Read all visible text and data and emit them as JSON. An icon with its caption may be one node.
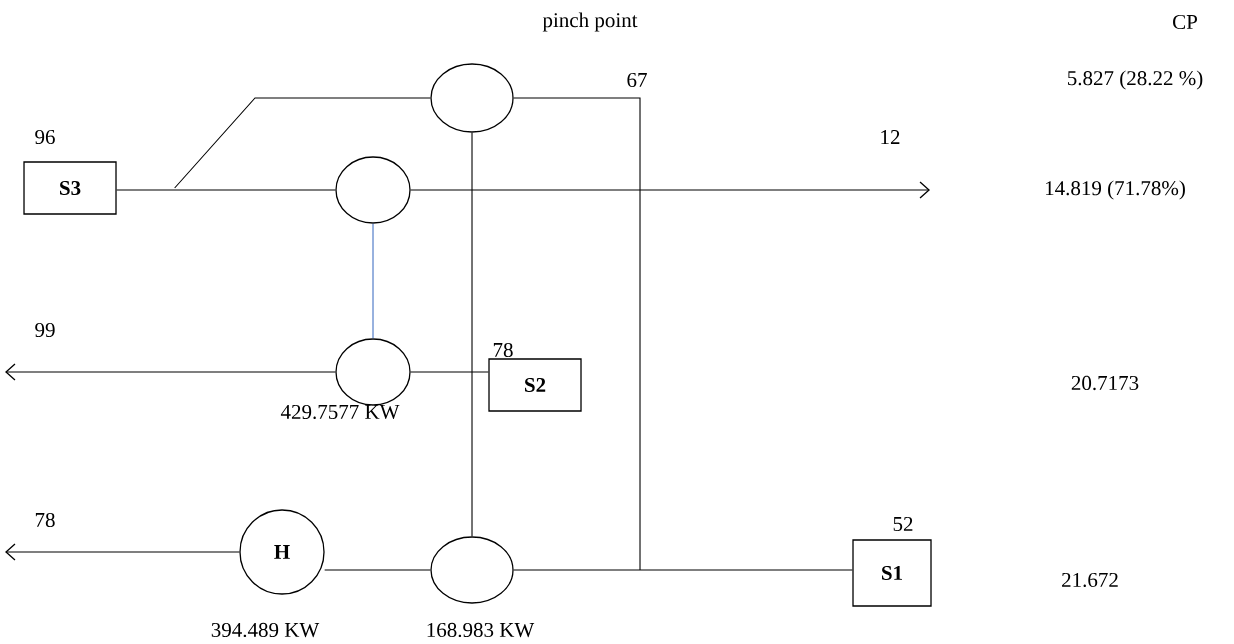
{
  "diagram": {
    "nodes": [
      {
        "text": [
          "S3"
        ],
        "beside": [
          "96"
        ]
      },
      {
        "text": [
          "S2"
        ],
        "beside": [
          "78"
        ]
      },
      {
        "text": [
          "S1"
        ],
        "beside": [
          "52"
        ]
      },
      {
        "text": [],
        "shape": "circle"
      },
      {
        "text": [],
        "shape": "circle"
      },
      {
        "text": [],
        "shape": "circle",
        "beside": [
          "429.7577 KW"
        ]
      },
      {
        "text": [
          "H"
        ],
        "beside": [
          "394.489 KW"
        ]
      },
      {
        "text": [],
        "shape": "circle",
        "beside": [
          "168.983 KW"
        ]
      }
    ],
    "edges": [
      {
        "from": 0,
        "to": 4,
        "arrow": "none"
      },
      {
        "from": 4,
        "to": null,
        "arrow": "to"
      },
      {
        "from": 0,
        "to": 3,
        "arrow": "none"
      },
      {
        "from": 3,
        "to": null,
        "arrow": "none"
      },
      {
        "from": 3,
        "to": 7,
        "arrow": "none"
      },
      {
        "from": 4,
        "to": 5,
        "arrow": "none",
        "color": "#4472c4"
      },
      {
        "from": 1,
        "to": 5,
        "arrow": "none"
      },
      {
        "from": 5,
        "to": null,
        "arrow": "to"
      },
      {
        "from": 2,
        "to": 7,
        "arrow": "none"
      },
      {
        "from": 7,
        "to": 6,
        "arrow": "none"
      },
      {
        "from": 6,
        "to": null,
        "arrow": "to"
      }
    ],
    "labels": [
      "pinch point",
      "CP",
      "67",
      "5.827 (28.22 %)",
      "12",
      "14.819 (71.78%)",
      "99",
      "20.7173",
      "78",
      "21.672"
    ]
  }
}
